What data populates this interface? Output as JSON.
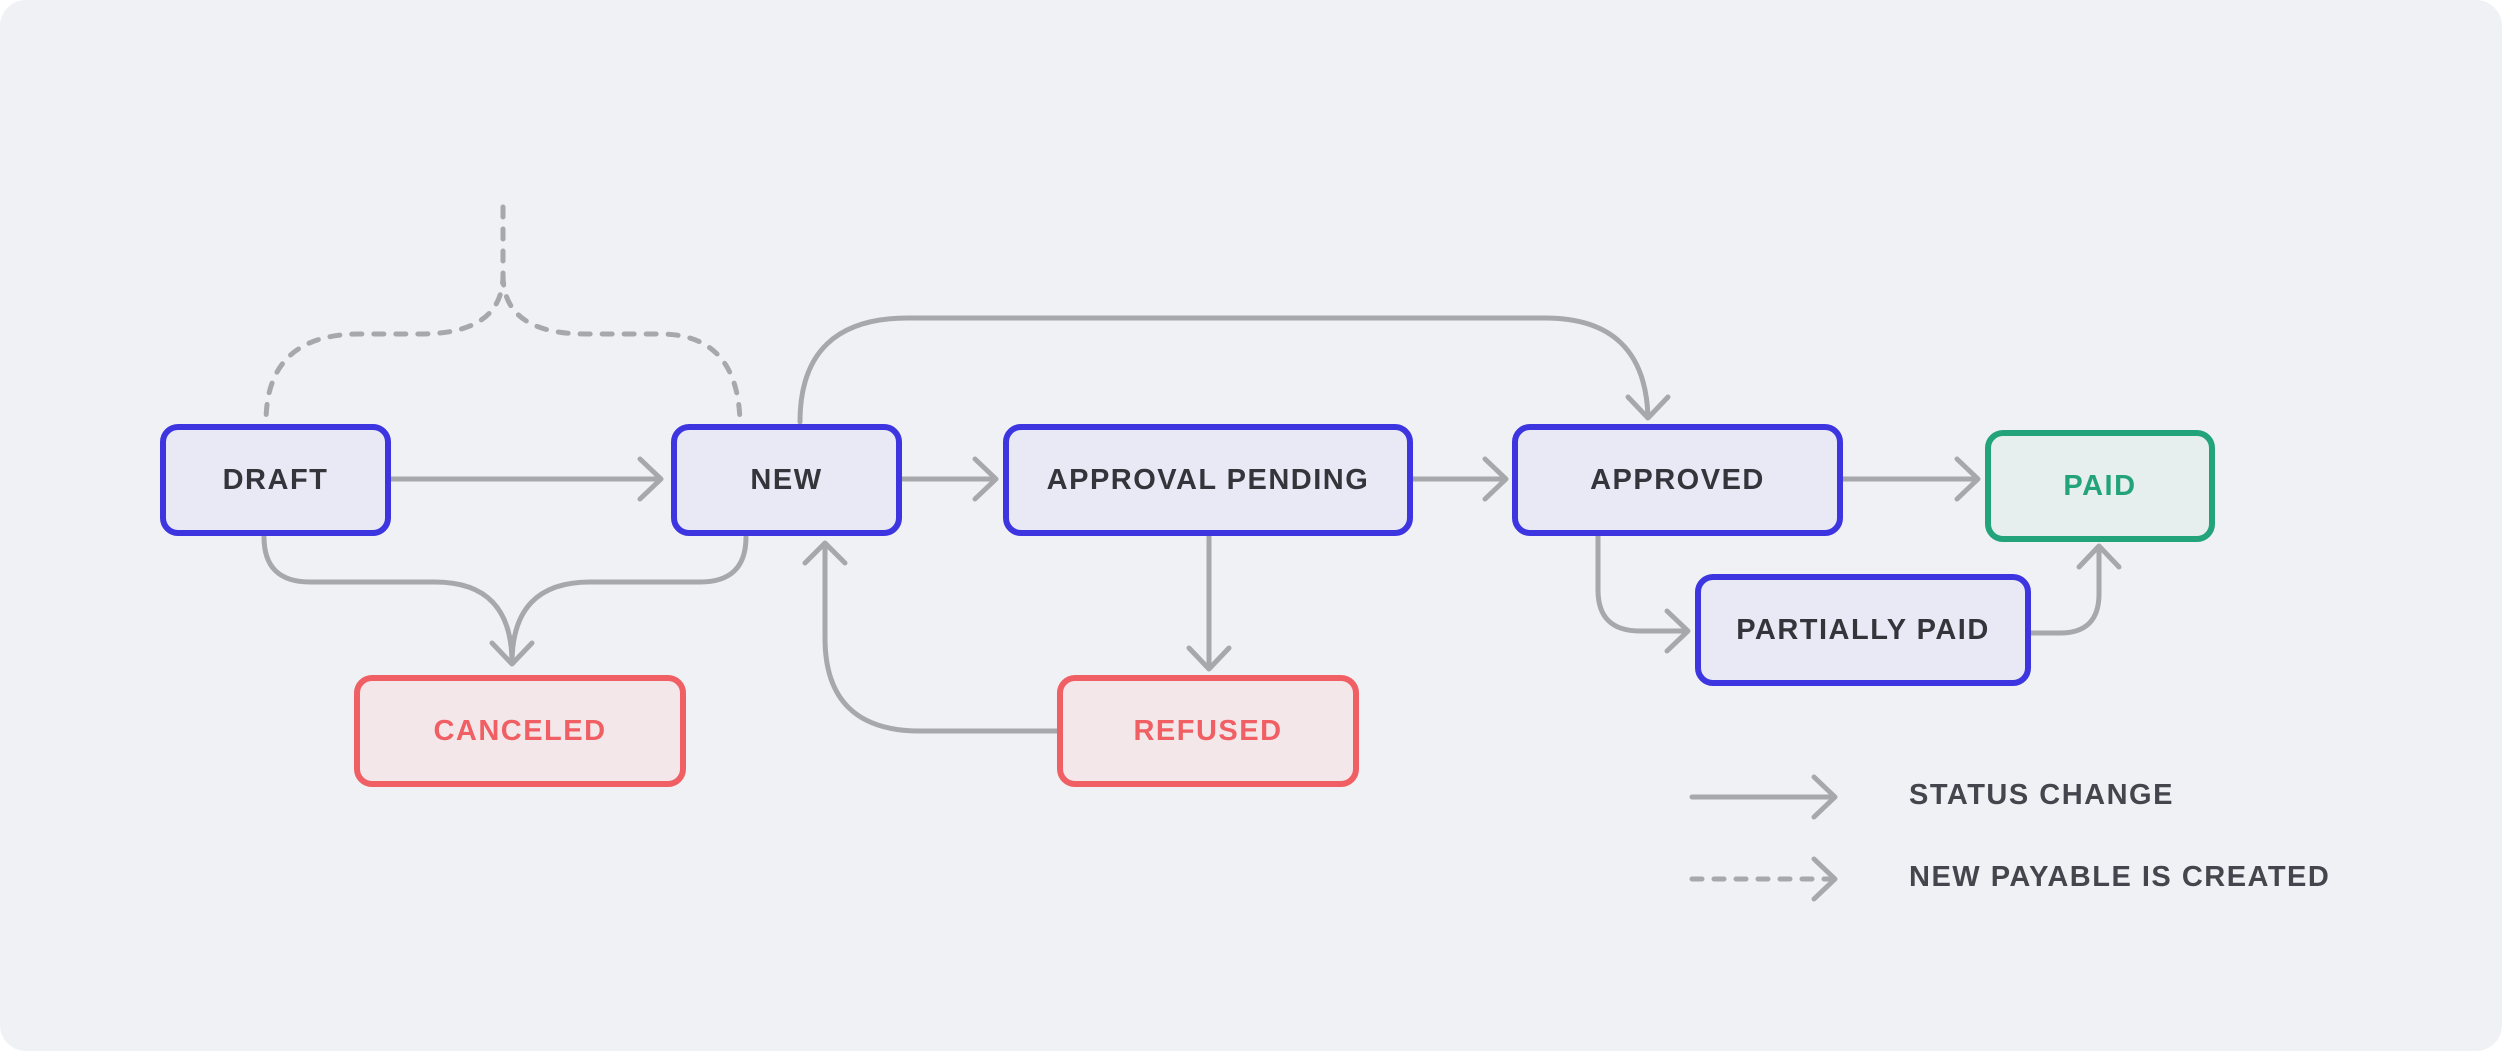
{
  "colors": {
    "background": "#f0f1f5",
    "node_border": "#3d35e0",
    "node_fill": "#e8e9f5",
    "error_border": "#ef5f63",
    "error_fill": "#f4e7ea",
    "success_border": "#22a37a",
    "success_fill": "#e6eeee",
    "connector": "#a7a8ab"
  },
  "nodes": {
    "draft": "DRAFT",
    "new": "NEW",
    "approval_pending": "APPROVAL PENDING",
    "approved": "APPROVED",
    "paid": "PAID",
    "partially_paid": "PARTIALLY PAID",
    "canceled": "CANCELED",
    "refused": "REFUSED"
  },
  "legend": {
    "status_change": "STATUS CHANGE",
    "new_payable": "NEW PAYABLE IS CREATED"
  }
}
